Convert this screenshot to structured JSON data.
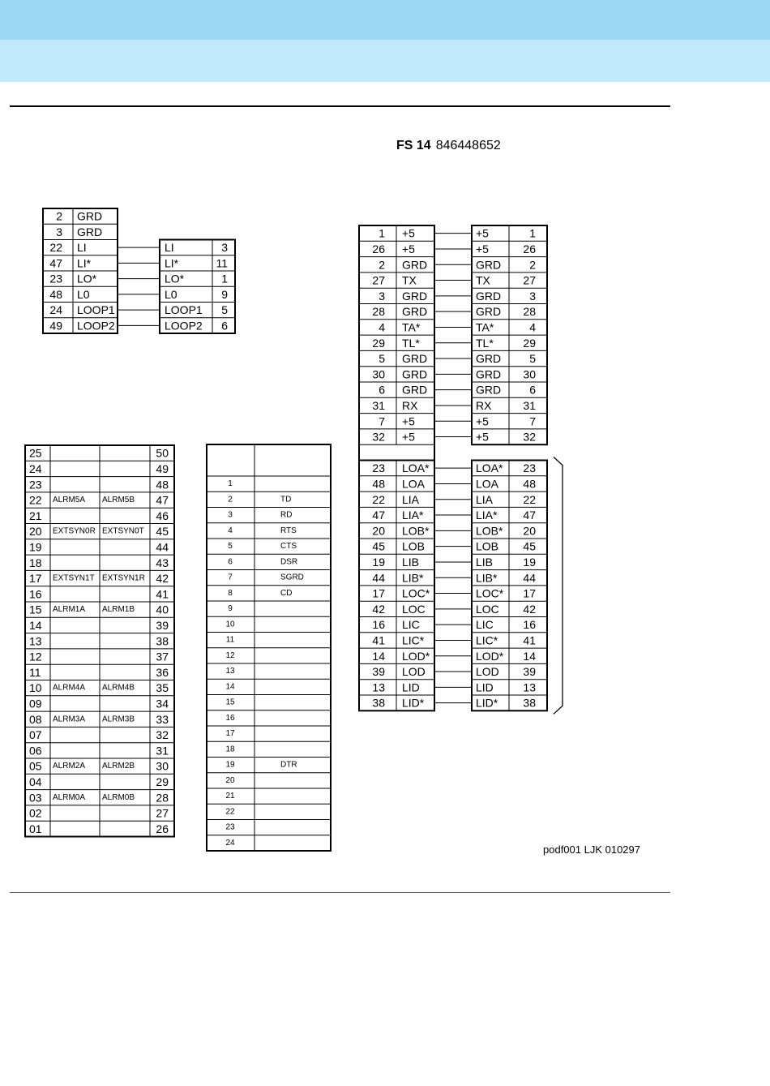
{
  "header": {
    "fs_label": "FS 14",
    "fs_number": "846448652"
  },
  "credit": "podf001 LJK 010297",
  "small_connector": {
    "left_rows": [
      [
        "2",
        "GRD"
      ],
      [
        "3",
        "GRD"
      ],
      [
        "22",
        "LI"
      ],
      [
        "47",
        "LI*"
      ],
      [
        "23",
        "LO*"
      ],
      [
        "48",
        "L0"
      ],
      [
        "24",
        "LOOP1"
      ],
      [
        "49",
        "LOOP2"
      ]
    ],
    "right_rows": [
      [
        "LI",
        "3"
      ],
      [
        "LI*",
        "11"
      ],
      [
        "LO*",
        "1"
      ],
      [
        "L0",
        "9"
      ],
      [
        "LOOP1",
        "5"
      ],
      [
        "LOOP2",
        "6"
      ]
    ]
  },
  "alarm_table": [
    [
      "25",
      "",
      "",
      "50"
    ],
    [
      "24",
      "",
      "",
      "49"
    ],
    [
      "23",
      "",
      "",
      "48"
    ],
    [
      "22",
      "ALRM5A",
      "ALRM5B",
      "47"
    ],
    [
      "21",
      "",
      "",
      "46"
    ],
    [
      "20",
      "EXTSYN0R",
      "EXTSYN0T",
      "45"
    ],
    [
      "19",
      "",
      "",
      "44"
    ],
    [
      "18",
      "",
      "",
      "43"
    ],
    [
      "17",
      "EXTSYN1T",
      "EXTSYN1R",
      "42"
    ],
    [
      "16",
      "",
      "",
      "41"
    ],
    [
      "15",
      "ALRM1A",
      "ALRM1B",
      "40"
    ],
    [
      "14",
      "",
      "",
      "39"
    ],
    [
      "13",
      "",
      "",
      "38"
    ],
    [
      "12",
      "",
      "",
      "37"
    ],
    [
      "11",
      "",
      "",
      "36"
    ],
    [
      "10",
      "ALRM4A",
      "ALRM4B",
      "35"
    ],
    [
      "09",
      "",
      "",
      "34"
    ],
    [
      "08",
      "ALRM3A",
      "ALRM3B",
      "33"
    ],
    [
      "07",
      "",
      "",
      "32"
    ],
    [
      "06",
      "",
      "",
      "31"
    ],
    [
      "05",
      "ALRM2A",
      "ALRM2B",
      "30"
    ],
    [
      "04",
      "",
      "",
      "29"
    ],
    [
      "03",
      "ALRM0A",
      "ALRM0B",
      "28"
    ],
    [
      "02",
      "",
      "",
      "27"
    ],
    [
      "01",
      "",
      "",
      "26"
    ]
  ],
  "terminal_table": [
    [
      "1",
      ""
    ],
    [
      "2",
      "TD"
    ],
    [
      "3",
      "RD"
    ],
    [
      "4",
      "RTS"
    ],
    [
      "5",
      "CTS"
    ],
    [
      "6",
      "DSR"
    ],
    [
      "7",
      "SGRD"
    ],
    [
      "8",
      "CD"
    ],
    [
      "9",
      ""
    ],
    [
      "10",
      ""
    ],
    [
      "11",
      ""
    ],
    [
      "12",
      ""
    ],
    [
      "13",
      ""
    ],
    [
      "14",
      ""
    ],
    [
      "15",
      ""
    ],
    [
      "16",
      ""
    ],
    [
      "17",
      ""
    ],
    [
      "18",
      ""
    ],
    [
      "19",
      "DTR"
    ],
    [
      "20",
      ""
    ],
    [
      "21",
      ""
    ],
    [
      "22",
      ""
    ],
    [
      "23",
      ""
    ],
    [
      "24",
      ""
    ]
  ],
  "fs14": {
    "upper": [
      [
        "1",
        "+5"
      ],
      [
        "26",
        "+5"
      ],
      [
        "2",
        "GRD"
      ],
      [
        "27",
        "TX"
      ],
      [
        "3",
        "GRD"
      ],
      [
        "28",
        "GRD"
      ],
      [
        "4",
        "TA*"
      ],
      [
        "29",
        "TL*"
      ],
      [
        "5",
        "GRD"
      ],
      [
        "30",
        "GRD"
      ],
      [
        "6",
        "GRD"
      ],
      [
        "31",
        "RX"
      ],
      [
        "7",
        "+5"
      ],
      [
        "32",
        "+5"
      ]
    ],
    "lower": [
      [
        "23",
        "LOA*"
      ],
      [
        "48",
        "LOA"
      ],
      [
        "22",
        "LIA"
      ],
      [
        "47",
        "LIA*"
      ],
      [
        "20",
        "LOB*"
      ],
      [
        "45",
        "LOB"
      ],
      [
        "19",
        "LIB"
      ],
      [
        "44",
        "LIB*"
      ],
      [
        "17",
        "LOC*"
      ],
      [
        "42",
        "LOC"
      ],
      [
        "16",
        "LIC"
      ],
      [
        "41",
        "LIC*"
      ],
      [
        "14",
        "LOD*"
      ],
      [
        "39",
        "LOD"
      ],
      [
        "13",
        "LID"
      ],
      [
        "38",
        "LID*"
      ]
    ]
  }
}
